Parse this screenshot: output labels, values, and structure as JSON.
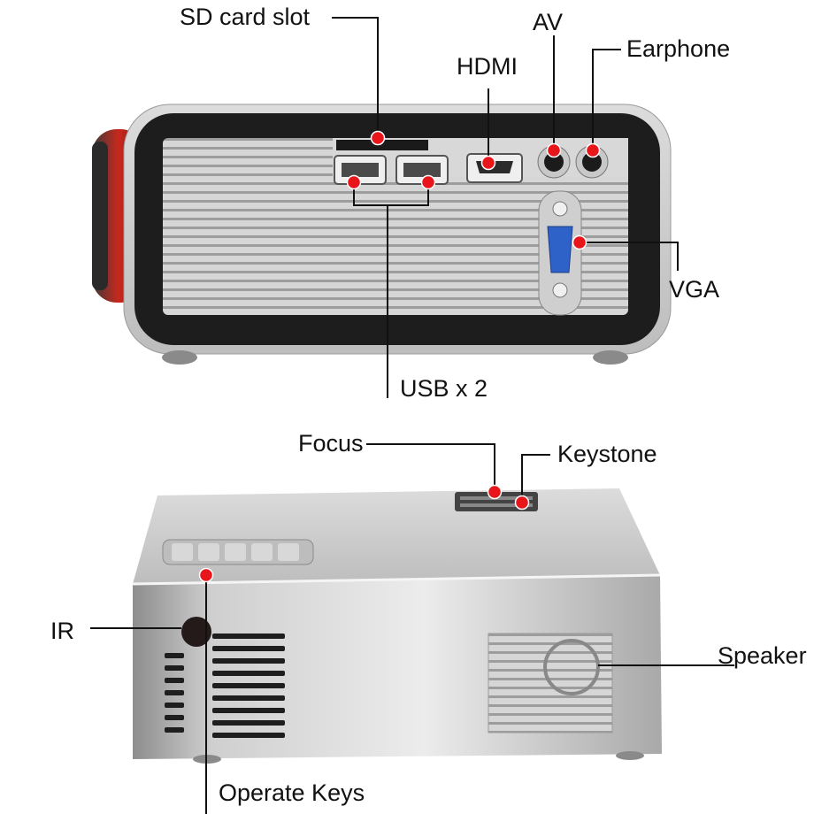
{
  "labels": {
    "sd_card_slot": "SD card slot",
    "av": "AV",
    "hdmi": "HDMI",
    "earphone": "Earphone",
    "vga": "VGA",
    "usb": "USB x 2",
    "focus": "Focus",
    "keystone": "Keystone",
    "ir": "IR",
    "speaker": "Speaker",
    "operate_keys": "Operate Keys"
  },
  "colors": {
    "marker": "#e8161b",
    "leader": "#111111",
    "body_silver": "#c9c9c9",
    "frame_black": "#1c1c1c",
    "grille": "#d2d2d2",
    "vga_blue": "#2f62c9",
    "lens_red": "#c8281d"
  },
  "icons": {
    "marker": "red-dot-marker",
    "usb": "usb-port-icon",
    "hdmi": "hdmi-port-icon",
    "vga": "vga-port-icon"
  }
}
